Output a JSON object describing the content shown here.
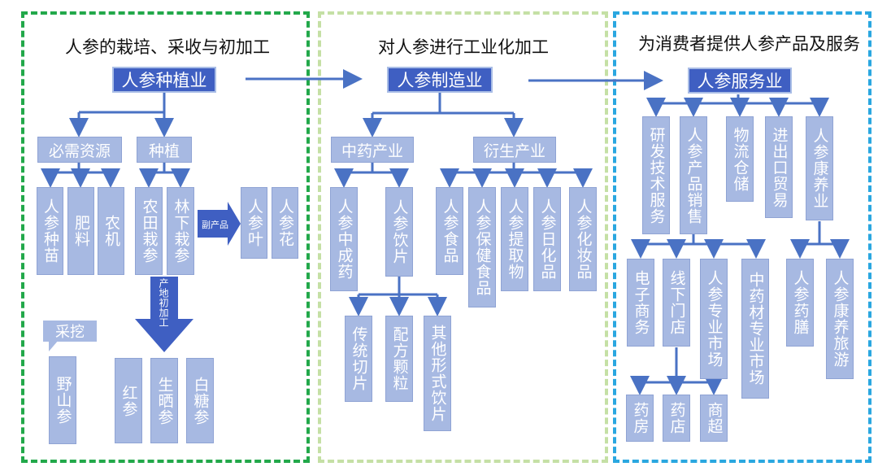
{
  "panels": [
    {
      "title": "人参的栽培、采收与初加工",
      "border": "#22a84a"
    },
    {
      "title": "对人参进行工业化加工",
      "border": "#c5e0a5"
    },
    {
      "title": "为消费者提供人参产品及服务",
      "border": "#2aa7e0"
    }
  ],
  "p1": {
    "root": "人参种植业",
    "res": "必需资源",
    "plant": "种植",
    "seedling": "人参种苗",
    "fert": "肥料",
    "agri": "农机",
    "field": "农田栽参",
    "forest": "林下栽参",
    "byproduct": "副产品",
    "leaf": "人参叶",
    "flower": "人参花",
    "dig": "采挖",
    "wild": "野山参",
    "process": "产地初加工",
    "red": "红参",
    "sun": "生晒参",
    "sugar": "白糖参"
  },
  "p2": {
    "root": "人参制造业",
    "tcm": "中药产业",
    "deriv": "衍生产业",
    "patent": "人参中成药",
    "slices": "人参饮片",
    "trad": "传统切片",
    "gran": "配方颗粒",
    "other": "其他形式饮片",
    "food": "人参食品",
    "health": "人参保健食品",
    "extract": "人参提取物",
    "daily": "人参日化品",
    "cosm": "人参化妆品"
  },
  "p3": {
    "root": "人参服务业",
    "rd": "研发技术服务",
    "sales": "人参产品销售",
    "logi": "物流仓储",
    "trade": "进出口贸易",
    "care": "人参康养业",
    "ecom": "电子商务",
    "offline": "线下门店",
    "market": "人参专业市场",
    "tcmmarket": "中药材专业市场",
    "diet": "人参药膳",
    "travel": "人参康养旅游",
    "pharm": "药房",
    "drug": "药店",
    "super": "商超"
  }
}
